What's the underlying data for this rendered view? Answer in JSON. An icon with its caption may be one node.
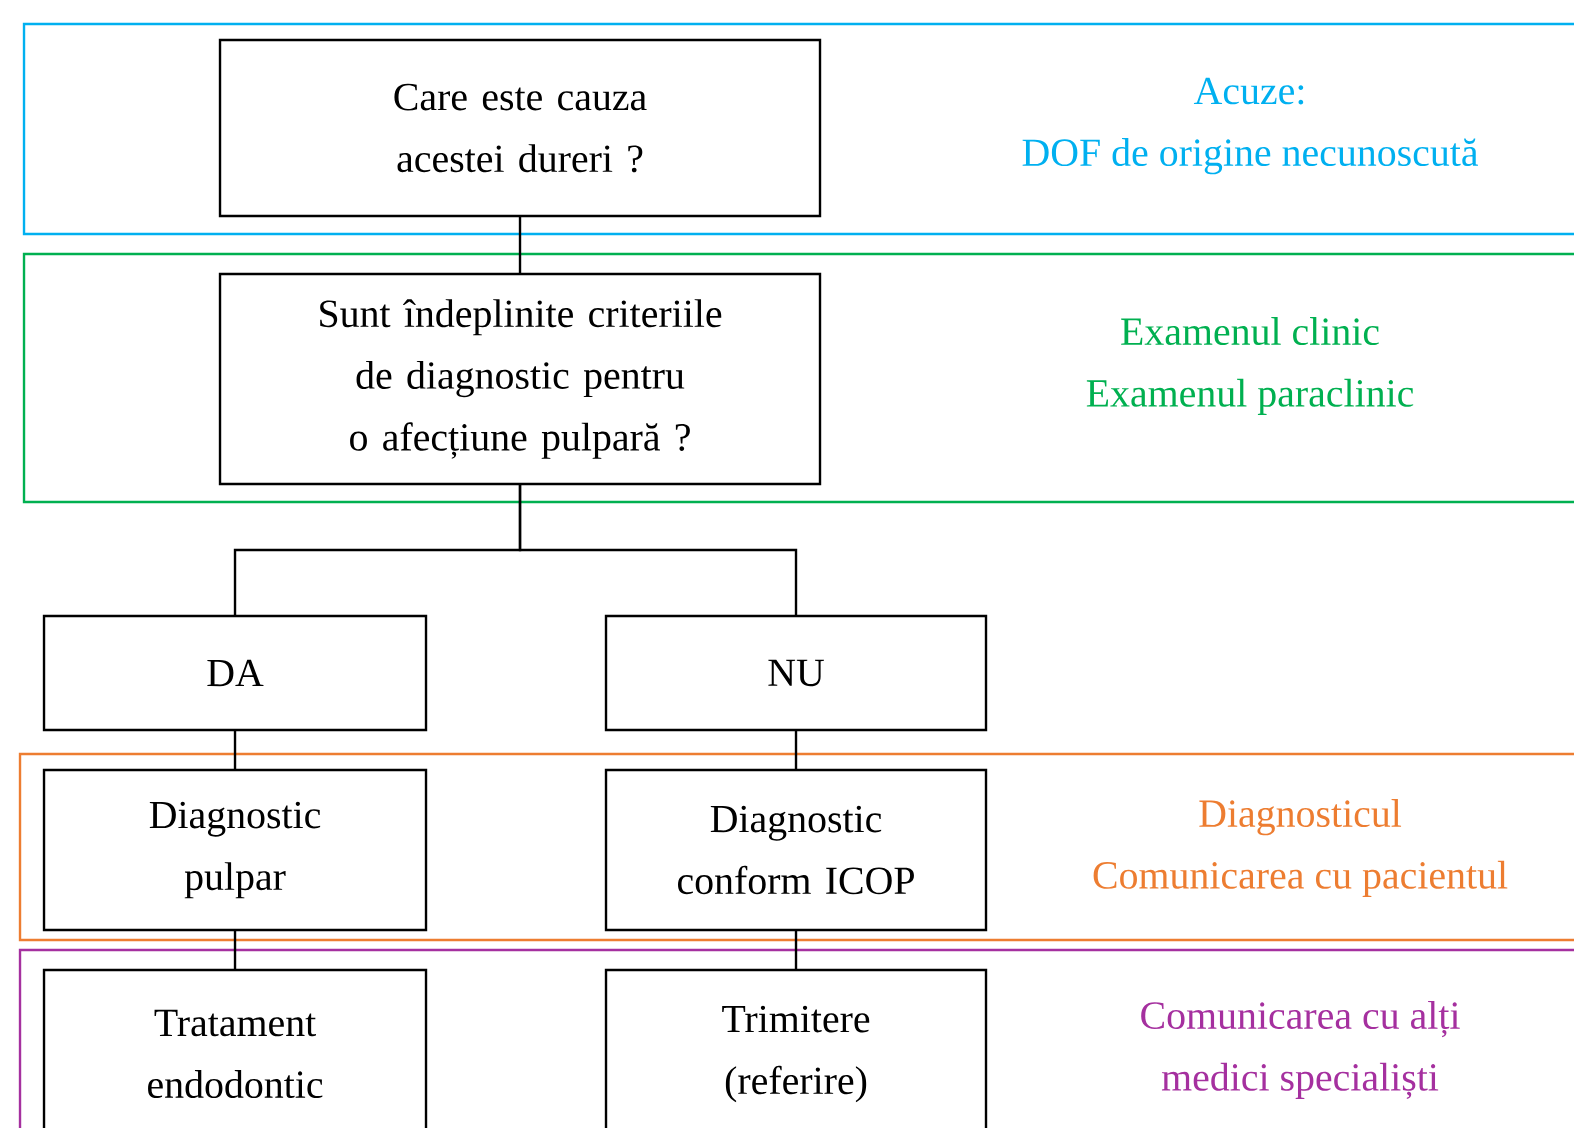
{
  "diagram": {
    "nodes": [
      {
        "text": [
          "Acuze:",
          "DOF de origine necunoscută"
        ]
      },
      {
        "text": [
          "Care este cauza acestei dureri ?"
        ],
        "in": 0
      },
      {
        "text": [
          "Examenul clinic",
          "Examenul paraclinic"
        ]
      },
      {
        "text": [
          "Sunt îndeplinite criteriile de diagnostic pentru o afecțiune pulpară ?"
        ],
        "in": 2
      },
      {
        "text": [
          "DA"
        ]
      },
      {
        "text": [
          "NU"
        ]
      },
      {
        "text": [
          "Diagnosticul",
          "Comunicarea cu pacientul"
        ]
      },
      {
        "text": [
          "Diagnostic pulpar"
        ],
        "in": 6
      },
      {
        "text": [
          "Diagnostic conform ICOP"
        ],
        "in": 6
      },
      {
        "text": [
          "Comunicarea cu alți",
          "medici specialiști"
        ]
      },
      {
        "text": [
          "Tratament endodontic"
        ],
        "in": 9
      },
      {
        "text": [
          "Trimitere (referire)"
        ],
        "in": 9
      }
    ],
    "edges": [
      {
        "from": 1,
        "to": 3,
        "arrow": "none"
      },
      {
        "from": 3,
        "to": 4,
        "arrow": "none"
      },
      {
        "from": 3,
        "to": 5,
        "arrow": "none"
      },
      {
        "from": 4,
        "to": 7,
        "arrow": "none"
      },
      {
        "from": 5,
        "to": 8,
        "arrow": "none"
      },
      {
        "from": 7,
        "to": 10,
        "arrow": "none"
      },
      {
        "from": 8,
        "to": 11,
        "arrow": "none"
      }
    ]
  }
}
